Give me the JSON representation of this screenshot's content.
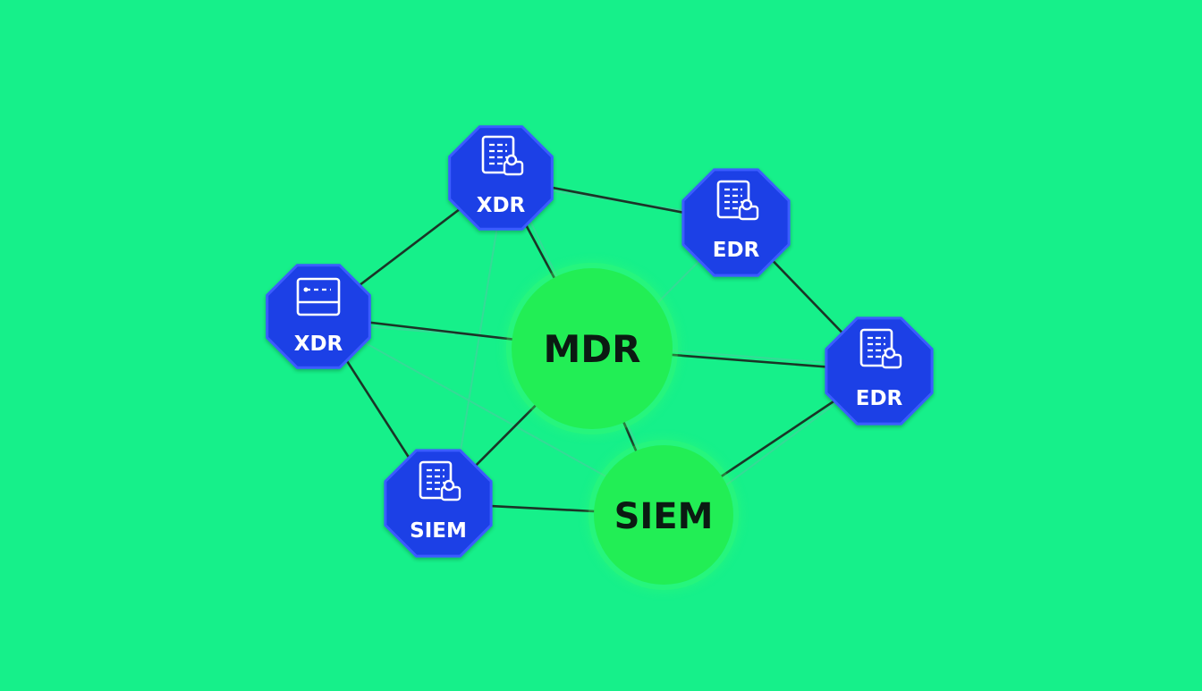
{
  "diagram": {
    "colors": {
      "background": "#16f08a",
      "octagon_fill": "#1f3fe6",
      "octagon_stroke": "#3a5cff",
      "circle_fill": "#22ee55",
      "circle_glow": "#44ff66",
      "edge_dark": "#1a2a22",
      "edge_light": "#3fd49a",
      "node_text_light": "#ffffff",
      "node_text_dark": "#0b1a12"
    },
    "nodes": [
      {
        "id": "xdr_top",
        "label": "XDR",
        "kind": "octagon",
        "icon": "document-user-icon"
      },
      {
        "id": "xdr_left",
        "label": "XDR",
        "kind": "octagon",
        "icon": "panel-window-icon"
      },
      {
        "id": "edr_top",
        "label": "EDR",
        "kind": "octagon",
        "icon": "document-user-icon"
      },
      {
        "id": "edr_right",
        "label": "EDR",
        "kind": "octagon",
        "icon": "document-user-icon"
      },
      {
        "id": "siem_left",
        "label": "SIEM",
        "kind": "octagon",
        "icon": "document-user-icon"
      },
      {
        "id": "mdr",
        "label": "MDR",
        "kind": "circle"
      },
      {
        "id": "siem_hub",
        "label": "SIEM",
        "kind": "circle"
      }
    ],
    "edges": [
      {
        "from": "xdr_top",
        "to": "edr_top",
        "style": "dark"
      },
      {
        "from": "xdr_top",
        "to": "xdr_left",
        "style": "dark"
      },
      {
        "from": "xdr_top",
        "to": "mdr",
        "style": "dark"
      },
      {
        "from": "xdr_left",
        "to": "mdr",
        "style": "dark"
      },
      {
        "from": "xdr_left",
        "to": "siem_left",
        "style": "dark"
      },
      {
        "from": "siem_left",
        "to": "mdr",
        "style": "dark"
      },
      {
        "from": "siem_left",
        "to": "siem_hub",
        "style": "dark"
      },
      {
        "from": "mdr",
        "to": "siem_hub",
        "style": "dark"
      },
      {
        "from": "mdr",
        "to": "edr_right",
        "style": "dark"
      },
      {
        "from": "edr_top",
        "to": "edr_right",
        "style": "dark"
      },
      {
        "from": "siem_hub",
        "to": "edr_right",
        "style": "dark"
      },
      {
        "from": "xdr_top",
        "to": "edr_top",
        "style": "light"
      },
      {
        "from": "xdr_left",
        "to": "siem_hub",
        "style": "light"
      },
      {
        "from": "xdr_left",
        "to": "edr_right",
        "style": "light"
      },
      {
        "from": "siem_left",
        "to": "xdr_top",
        "style": "light"
      },
      {
        "from": "xdr_top",
        "to": "siem_hub",
        "style": "light"
      },
      {
        "from": "mdr",
        "to": "edr_top",
        "style": "light"
      },
      {
        "from": "siem_hub",
        "to": "edr_right",
        "style": "light"
      }
    ]
  }
}
